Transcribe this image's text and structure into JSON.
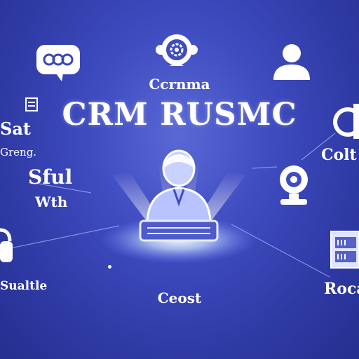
{
  "title": "CRM RUSMC",
  "labels": {
    "top": "Ccrnma",
    "bottom": "Ceost",
    "right_mid": "Colt",
    "right_bottom": "Roca",
    "left_bottom": "Sualtle",
    "left_top": "Sat",
    "left_sub": "Greng.",
    "left_mid": "Sful",
    "left_mid2": "Wth"
  },
  "colors": {
    "background": "#3f4cc0",
    "accent": "#ffffff",
    "glow": "#cfe6ff"
  },
  "icons": [
    "chat-bubble-icon",
    "gear-badge-icon",
    "user-icon",
    "target-icon",
    "document-icon",
    "person-at-desk-icon",
    "webcam-icon",
    "server-box-icon",
    "padlock-icon"
  ]
}
